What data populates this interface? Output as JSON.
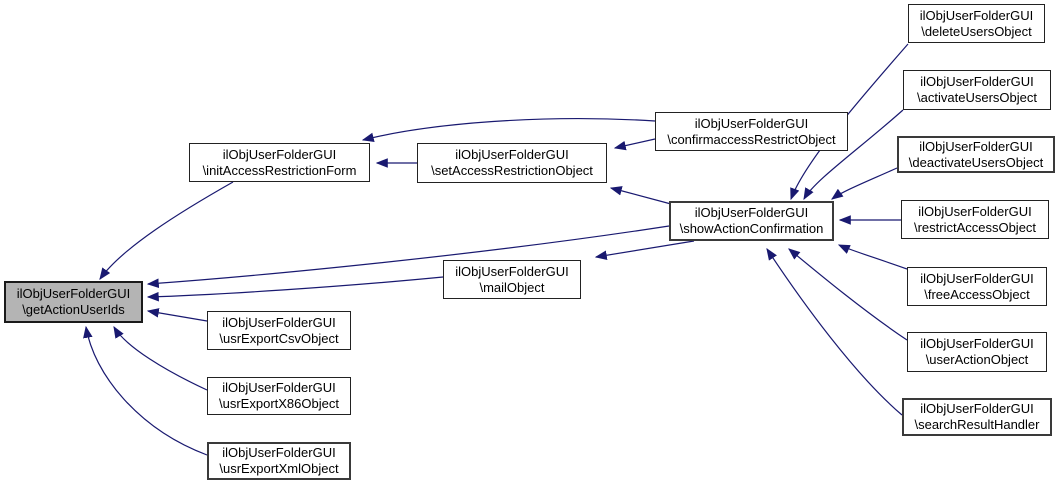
{
  "graph": {
    "kind": "caller-graph",
    "colors": {
      "edge": "#191970",
      "node_fill": "#ffffff",
      "node_border": "#222222",
      "selected_node_fill": "#b4b4b4",
      "background": "#ffffff"
    },
    "nodes": [
      {
        "id": "getActionUserIds",
        "line1": "ilObjUserFolderGUI",
        "line2": "\\getActionUserIds",
        "selected": true
      },
      {
        "id": "initAccessRestrictionForm",
        "line1": "ilObjUserFolderGUI",
        "line2": "\\initAccessRestrictionForm",
        "selected": false
      },
      {
        "id": "setAccessRestrictionObject",
        "line1": "ilObjUserFolderGUI",
        "line2": "\\setAccessRestrictionObject",
        "selected": false
      },
      {
        "id": "confirmaccessRestrictObject",
        "line1": "ilObjUserFolderGUI",
        "line2": "\\confirmaccessRestrictObject",
        "selected": false
      },
      {
        "id": "showActionConfirmation",
        "line1": "ilObjUserFolderGUI",
        "line2": "\\showActionConfirmation",
        "selected": false
      },
      {
        "id": "mailObject",
        "line1": "ilObjUserFolderGUI",
        "line2": "\\mailObject",
        "selected": false
      },
      {
        "id": "usrExportCsvObject",
        "line1": "ilObjUserFolderGUI",
        "line2": "\\usrExportCsvObject",
        "selected": false
      },
      {
        "id": "usrExportX86Object",
        "line1": "ilObjUserFolderGUI",
        "line2": "\\usrExportX86Object",
        "selected": false
      },
      {
        "id": "usrExportXmlObject",
        "line1": "ilObjUserFolderGUI",
        "line2": "\\usrExportXmlObject",
        "selected": false
      },
      {
        "id": "deleteUsersObject",
        "line1": "ilObjUserFolderGUI",
        "line2": "\\deleteUsersObject",
        "selected": false
      },
      {
        "id": "activateUsersObject",
        "line1": "ilObjUserFolderGUI",
        "line2": "\\activateUsersObject",
        "selected": false
      },
      {
        "id": "deactivateUsersObject",
        "line1": "ilObjUserFolderGUI",
        "line2": "\\deactivateUsersObject",
        "selected": false
      },
      {
        "id": "restrictAccessObject",
        "line1": "ilObjUserFolderGUI",
        "line2": "\\restrictAccessObject",
        "selected": false
      },
      {
        "id": "freeAccessObject",
        "line1": "ilObjUserFolderGUI",
        "line2": "\\freeAccessObject",
        "selected": false
      },
      {
        "id": "userActionObject",
        "line1": "ilObjUserFolderGUI",
        "line2": "\\userActionObject",
        "selected": false
      },
      {
        "id": "searchResultHandler",
        "line1": "ilObjUserFolderGUI",
        "line2": "\\searchResultHandler",
        "selected": false
      }
    ],
    "edges": [
      {
        "from": "initAccessRestrictionForm",
        "to": "getActionUserIds"
      },
      {
        "from": "setAccessRestrictionObject",
        "to": "initAccessRestrictionForm"
      },
      {
        "from": "confirmaccessRestrictObject",
        "to": "initAccessRestrictionForm"
      },
      {
        "from": "confirmaccessRestrictObject",
        "to": "setAccessRestrictionObject"
      },
      {
        "from": "showActionConfirmation",
        "to": "setAccessRestrictionObject"
      },
      {
        "from": "showActionConfirmation",
        "to": "getActionUserIds"
      },
      {
        "from": "showActionConfirmation",
        "to": "mailObject"
      },
      {
        "from": "mailObject",
        "to": "getActionUserIds"
      },
      {
        "from": "usrExportCsvObject",
        "to": "getActionUserIds"
      },
      {
        "from": "usrExportX86Object",
        "to": "getActionUserIds"
      },
      {
        "from": "usrExportXmlObject",
        "to": "getActionUserIds"
      },
      {
        "from": "deleteUsersObject",
        "to": "showActionConfirmation"
      },
      {
        "from": "activateUsersObject",
        "to": "showActionConfirmation"
      },
      {
        "from": "deactivateUsersObject",
        "to": "showActionConfirmation"
      },
      {
        "from": "restrictAccessObject",
        "to": "showActionConfirmation"
      },
      {
        "from": "freeAccessObject",
        "to": "showActionConfirmation"
      },
      {
        "from": "userActionObject",
        "to": "showActionConfirmation"
      },
      {
        "from": "searchResultHandler",
        "to": "showActionConfirmation"
      }
    ]
  }
}
